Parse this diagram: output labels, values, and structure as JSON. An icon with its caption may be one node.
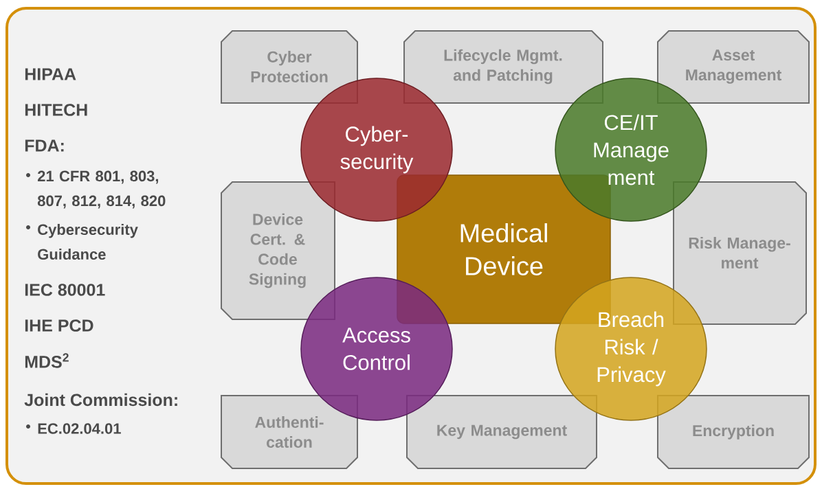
{
  "diagram": {
    "nodes": [
      {
        "text": [
          "Cyber Protection"
        ]
      },
      {
        "text": [
          "Lifecycle Mgmt. and Patching"
        ]
      },
      {
        "text": [
          "Asset Management"
        ]
      },
      {
        "text": [
          "Cyber- security"
        ]
      },
      {
        "text": [
          "CE/IT Manage ment"
        ]
      },
      {
        "text": [
          "Device Cert. & Code Signing"
        ]
      },
      {
        "text": [
          "Medical Device"
        ]
      },
      {
        "text": [
          "Risk Manage- ment"
        ]
      },
      {
        "text": [
          "Access Control"
        ]
      },
      {
        "text": [
          "Breach Risk / Privacy"
        ]
      },
      {
        "text": [
          "Authenti- cation"
        ]
      },
      {
        "text": [
          "Key Management"
        ]
      },
      {
        "text": [
          "Encryption"
        ]
      }
    ],
    "labels": [
      "HIPAA",
      "HITECH",
      "FDA:",
      "21 CFR 801, 803, 807, 812, 814, 820",
      "Cybersecurity Guidance",
      "IEC 80001",
      "IHE PCD",
      "MDS$^{2}$",
      "Joint Commission:",
      "EC.02.04.01"
    ]
  }
}
